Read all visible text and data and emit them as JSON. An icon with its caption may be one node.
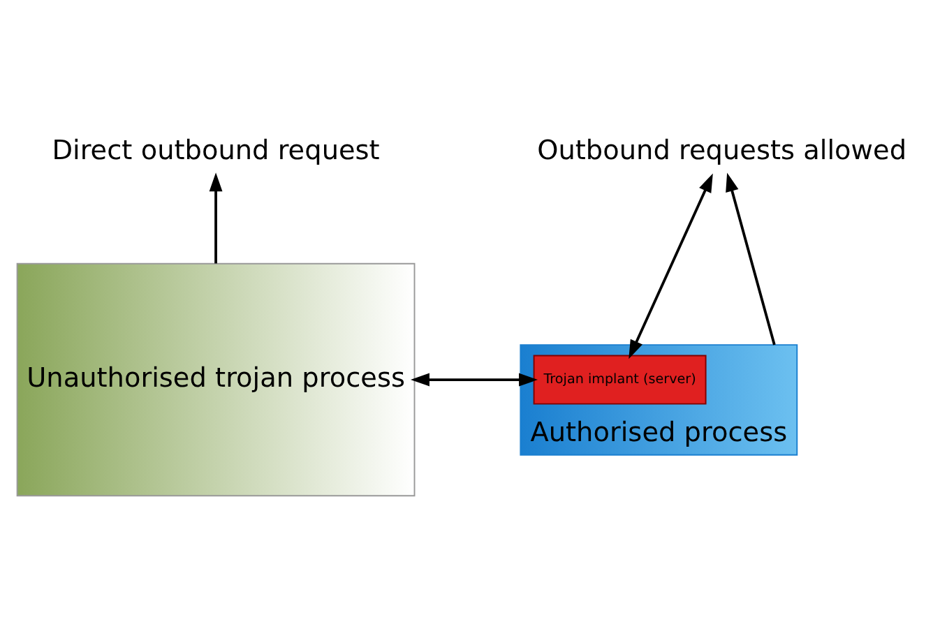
{
  "diagram": {
    "nodes": [
      {
        "text": [
          "Direct outbound request"
        ]
      },
      {
        "text": [
          "Outbound requests allowed"
        ]
      },
      {
        "text": [
          "Unauthorised trojan process"
        ]
      },
      {
        "text": [
          "Authorised process"
        ]
      },
      {
        "text": [
          "Trojan implant (server)"
        ],
        "in": 3
      }
    ],
    "edges": [
      {
        "from": 2,
        "to": 0,
        "arrow": "to"
      },
      {
        "from": 3,
        "to": 1,
        "arrow": "to"
      },
      {
        "from": 4,
        "to": 1,
        "arrow": "both"
      },
      {
        "from": 2,
        "to": 4,
        "arrow": "both"
      }
    ]
  }
}
